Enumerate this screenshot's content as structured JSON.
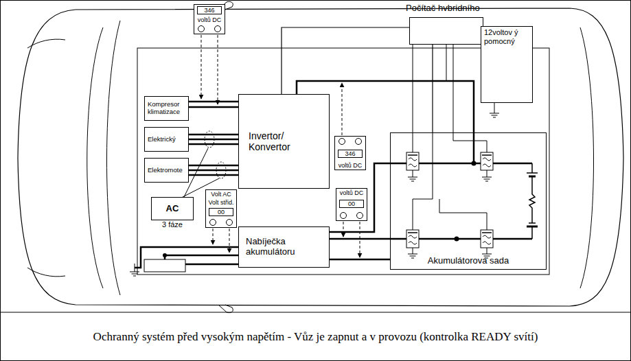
{
  "diagram": {
    "caption": "Ochranný systém před vysokým napětím - Vůz je zapnut a v provozu (kontrolka READY svítí)",
    "nodes": [
      {
        "text": [
          "Počítač hvbridního"
        ]
      },
      {
        "text": [
          "346",
          "voltů DC"
        ]
      },
      {
        "text": [
          "12voltov ý pomocný"
        ]
      },
      {
        "text": [
          "Kompresor klimatizace"
        ]
      },
      {
        "text": [
          "Elektrický"
        ]
      },
      {
        "text": [
          "Invertor/ Konvertor"
        ]
      },
      {
        "text": [
          "346",
          "voltů DC"
        ]
      },
      {
        "text": [
          "Elektromote"
        ]
      },
      {
        "text": [
          "AC",
          "3 fáze"
        ]
      },
      {
        "text": [
          "Volt AC",
          "Volt střid.",
          "00"
        ]
      },
      {
        "text": [
          "voltů DC",
          "00"
        ]
      },
      {
        "text": [
          "Nabíječka akumulátoru"
        ]
      },
      {
        "text": [
          "Akumulátorová sada"
        ]
      }
    ],
    "edges": [
      {
        "from": 0,
        "to": 5,
        "arrow": "none"
      },
      {
        "from": 0,
        "to": 2,
        "arrow": "none"
      },
      {
        "from": 0,
        "to": 12,
        "arrow": "none"
      },
      {
        "from": 3,
        "to": 5,
        "arrow": "none"
      },
      {
        "from": 4,
        "to": 5,
        "arrow": "none"
      },
      {
        "from": 7,
        "to": 5,
        "arrow": "none"
      },
      {
        "from": 5,
        "to": 12,
        "arrow": "none"
      },
      {
        "from": 11,
        "to": 12,
        "arrow": "none"
      }
    ]
  }
}
